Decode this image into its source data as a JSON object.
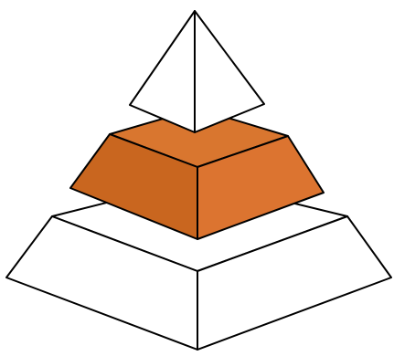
{
  "diagram": {
    "type": "layered-pyramid",
    "tiers": [
      {
        "position": "top",
        "highlighted": false,
        "fill_left": "#ffffff",
        "fill_right": "#ffffff"
      },
      {
        "position": "middle",
        "highlighted": true,
        "fill_top": "#d9762f",
        "fill_left": "#c9661f",
        "fill_right": "#dc7430"
      },
      {
        "position": "bottom",
        "highlighted": false,
        "fill_left": "#ffffff",
        "fill_right": "#ffffff"
      }
    ],
    "stroke_color": "#000000",
    "background": "#ffffff"
  }
}
